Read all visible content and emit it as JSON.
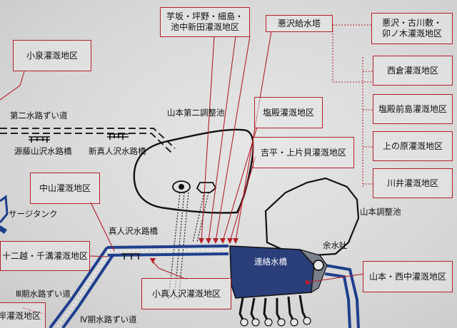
{
  "colors": {
    "leader": "#b2222a",
    "pipe": "#1f3e8c",
    "ink": "#111111",
    "background": "#dcdcdc"
  },
  "boxes": {
    "koizumi": "小泉灌漑地区",
    "imosaka": "芋坂・坪野・細島・\n池中新田灌漑地区",
    "akuzawa_tower": "悪沢給水塔",
    "akuzawa": "悪沢・古川敷・\n卯ノ木灌漑地区",
    "nishikura": "西倉灌漑地区",
    "shiodono": "塩殿灌漑地区",
    "shiodono_mae": "塩殿前島灌漑地区",
    "kamikihara": "上の原灌漑地区",
    "yoshihira": "吉平・上片貝灌漑地区",
    "kawai": "川井灌漑地区",
    "nakayama": "中山灌漑地区",
    "junikoshi": "十二越・千溝灌漑地区",
    "komahito": "小真人沢灌漑地区",
    "yamamoto_nishinaka": "山本・西中灌漑地区",
    "left_bottom": "岸灌漑地区"
  },
  "labels": {
    "second_tunnel": "第二水路ずい道",
    "yamamoto_second_pond": "山本第二調整池",
    "minamoto_bridge": "源藤山沢水路橋",
    "shinmahito_bridge": "新真人沢水路橋",
    "surge_tank": "サージタンク",
    "mahito_bridge": "真人沢水路橋",
    "yamamoto_pond": "山本調整池",
    "spillway": "余水吐",
    "renraku_bridge": "連絡水橋",
    "third_tunnel": "Ⅲ期水路ずい道",
    "fourth_tunnel": "Ⅳ期水路ずい道"
  }
}
